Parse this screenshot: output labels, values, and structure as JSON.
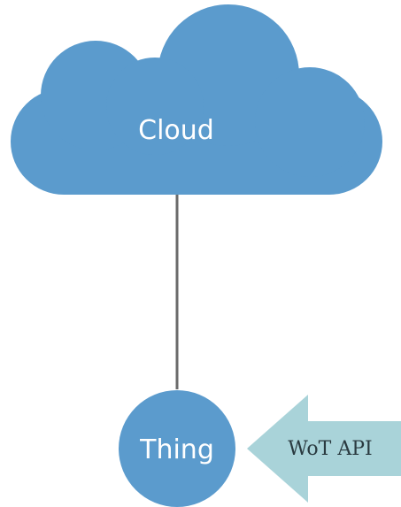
{
  "diagram": {
    "cloud_label": "Cloud",
    "thing_label": "Thing",
    "arrow_label": "WoT API"
  },
  "colors": {
    "node_fill": "#5b9bcd",
    "connector": "#6b6b6b",
    "arrow_fill": "#a9d3d9",
    "arrow_text": "#2a3a40",
    "background": "#ffffff"
  }
}
